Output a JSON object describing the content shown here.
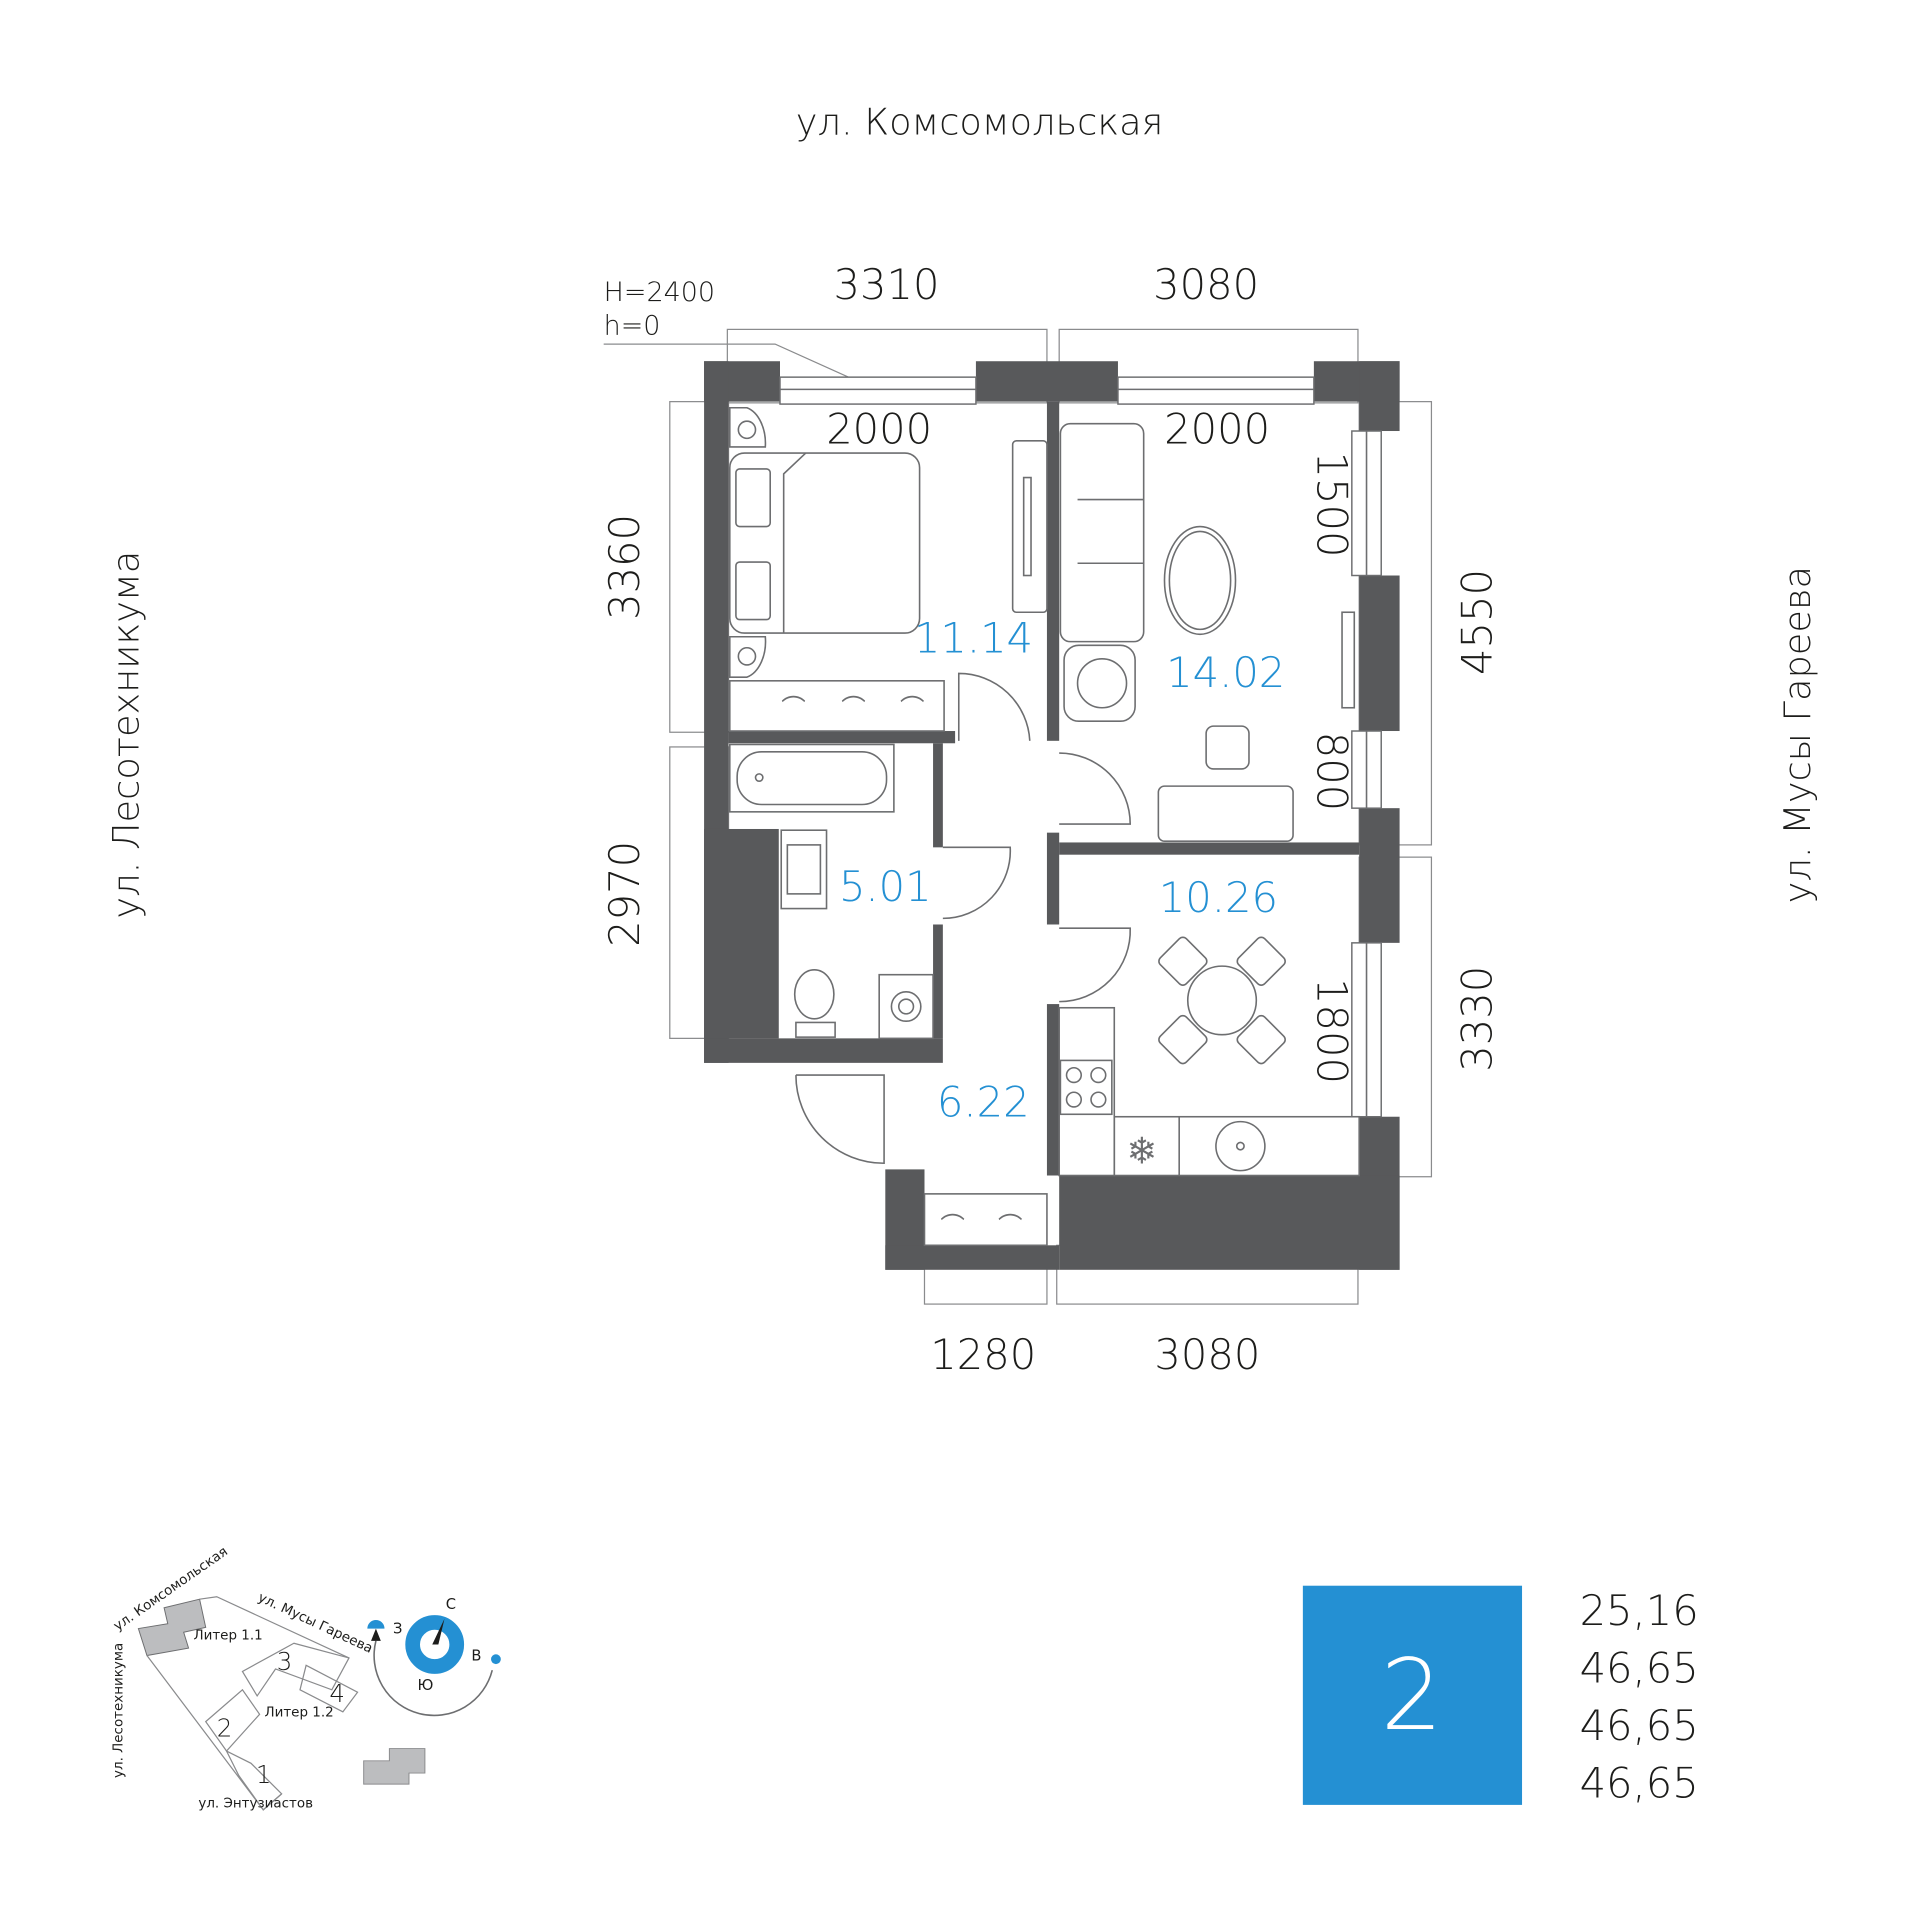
{
  "streets": {
    "top": "ул. Комсомольская",
    "left": "ул. Лесотехникума",
    "right": "ул. Мусы Гареева"
  },
  "heights": {
    "ceiling": "H=2400",
    "floor": "h=0"
  },
  "dimensions": {
    "top_left": "3310",
    "top_right": "3080",
    "left_upper": "3360",
    "left_lower": "2970",
    "right_upper": "4550",
    "right_lower": "3330",
    "bottom_left": "1280",
    "bottom_right": "3080",
    "window_bed": "2000",
    "window_living": "2000",
    "window_r1": "1500",
    "window_r2": "800",
    "window_r3": "1800"
  },
  "rooms": {
    "bedroom": "11.14",
    "living": "14.02",
    "bathroom": "5.01",
    "kitchen": "10.26",
    "hall": "6.22"
  },
  "minimap": {
    "street_top": "ул. Комсомольская",
    "street_right": "ул. Мусы Гареева",
    "street_left": "ул. Лесотехникума",
    "street_bottom": "ул. Энтузиастов",
    "liter1": "Литер 1.1",
    "liter2": "Литер 1.2",
    "sections": [
      "1",
      "2",
      "3",
      "4"
    ]
  },
  "compass": {
    "north": "С",
    "south": "Ю",
    "east": "В",
    "west": "З"
  },
  "summary": {
    "rooms_count": "2",
    "values": [
      "25,16",
      "46,65",
      "46,65",
      "46,65"
    ]
  },
  "colors": {
    "accent": "#2490d3",
    "wall": "#58595b"
  }
}
